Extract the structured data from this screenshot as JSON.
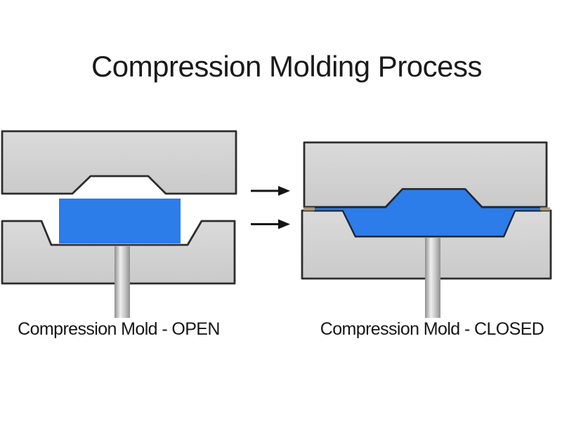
{
  "title": "Compression Molding Process",
  "labels": {
    "open": "Compression Mold - OPEN",
    "closed": "Compression Mold - CLOSED"
  },
  "colors": {
    "background": "#ffffff",
    "mold_gray_top": "#d9d9d9",
    "mold_gray_bottom": "#cbcbcb",
    "outline_dark": "#2d2d2d",
    "material_blue": "#2c7cea",
    "material_outline": "#1d2835",
    "flash_tan": "#a89878",
    "rod_gray_edge": "#8e8e8e",
    "rod_gray_highlight": "#efefef",
    "arrow_black": "#141414",
    "text_dark": "#1a1a1a"
  }
}
